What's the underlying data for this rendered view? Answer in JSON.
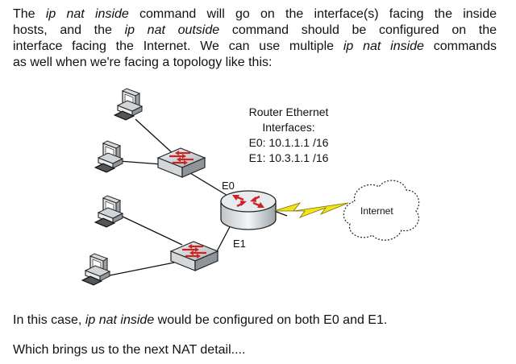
{
  "intro": {
    "line1": [
      "The ",
      "ip nat inside",
      " command will go on the interface(s) facing the inside"
    ],
    "line2": [
      "hosts, and the ",
      "ip nat outside",
      " command should be configured on the"
    ],
    "line3": [
      "interface facing the Internet.  We can use multiple ",
      "ip nat inside",
      " commands"
    ],
    "line4": [
      "as well when we're facing a topology like this:"
    ]
  },
  "diagram": {
    "router_info": [
      "Router Ethernet",
      "Interfaces:",
      "E0: 10.1.1.1 /16",
      "E1: 10.3.1.1 /16"
    ],
    "e0_label": "E0",
    "e1_label": "E1",
    "internet_label": "Internet",
    "colors": {
      "accent_red": "#cc2222",
      "lightning": "#f2e21a",
      "device_gray": "#cfd3d6"
    }
  },
  "para2": [
    "In this case, ",
    "ip nat inside",
    " would be configured on both E0 and E1."
  ],
  "para3": "Which brings us to the next NAT detail...."
}
